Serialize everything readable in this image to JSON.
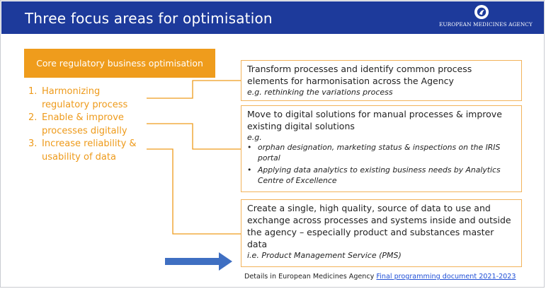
{
  "header": {
    "title": "Three focus areas for optimisation",
    "logo_text": "EUROPEAN MEDICINES AGENCY",
    "logo_icon": "ema-star-circle-icon"
  },
  "left_panel": {
    "banner": "Core regulatory business optimisation",
    "items": [
      {
        "num": "1.",
        "line1": "Harmonizing",
        "line2": "regulatory process"
      },
      {
        "num": "2.",
        "line1": "Enable & improve",
        "line2": "processes digitally"
      },
      {
        "num": "3.",
        "line1": "Increase reliability &",
        "line2": "usability of data"
      }
    ]
  },
  "boxes": [
    {
      "text_line1": "Transform processes and identify common process",
      "text_line2": "elements for harmonisation across the Agency",
      "example": "e.g. rethinking the variations process"
    },
    {
      "text_line1": "Move to digital solutions for manual processes & improve",
      "text_line2": "existing digital solutions",
      "example_label": "e.g.",
      "bullets": [
        {
          "line1": "orphan designation, marketing status & inspections on the IRIS",
          "line2": "portal"
        },
        {
          "line1": "Applying data analytics to existing business needs by Analytics",
          "line2": "Centre of Excellence"
        }
      ]
    },
    {
      "text_line1": "Create a single, high quality, source of data to use and",
      "text_line2": "exchange across processes and systems inside and outside",
      "text_line3": "the agency – especially product and substances master",
      "text_line4": "data",
      "example": "i.e. Product Management Service (PMS)"
    }
  ],
  "footer": {
    "prefix": "Details in European Medicines Agency ",
    "link": "Final programming document 2021-2023"
  },
  "colors": {
    "header_blue": "#1d3a9b",
    "orange": "#ef9c1c",
    "box_border": "#f2b35b",
    "arrow_blue": "#3f6fc2",
    "link_blue": "#1f4fd6"
  }
}
